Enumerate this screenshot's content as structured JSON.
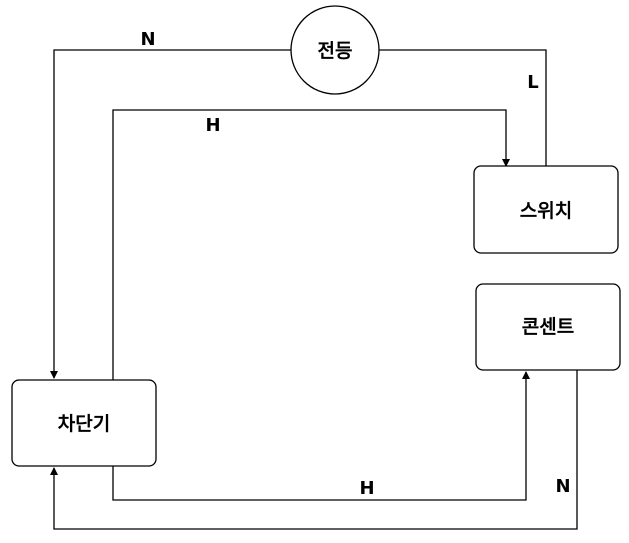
{
  "nodes": {
    "lamp": "전등",
    "switch": "스위치",
    "outlet": "콘센트",
    "breaker": "차단기"
  },
  "wire_labels": {
    "lamp_neutral": "N",
    "switch_line": "L",
    "breaker_to_switch_hot": "H",
    "breaker_to_outlet_hot": "H",
    "outlet_neutral": "N"
  }
}
